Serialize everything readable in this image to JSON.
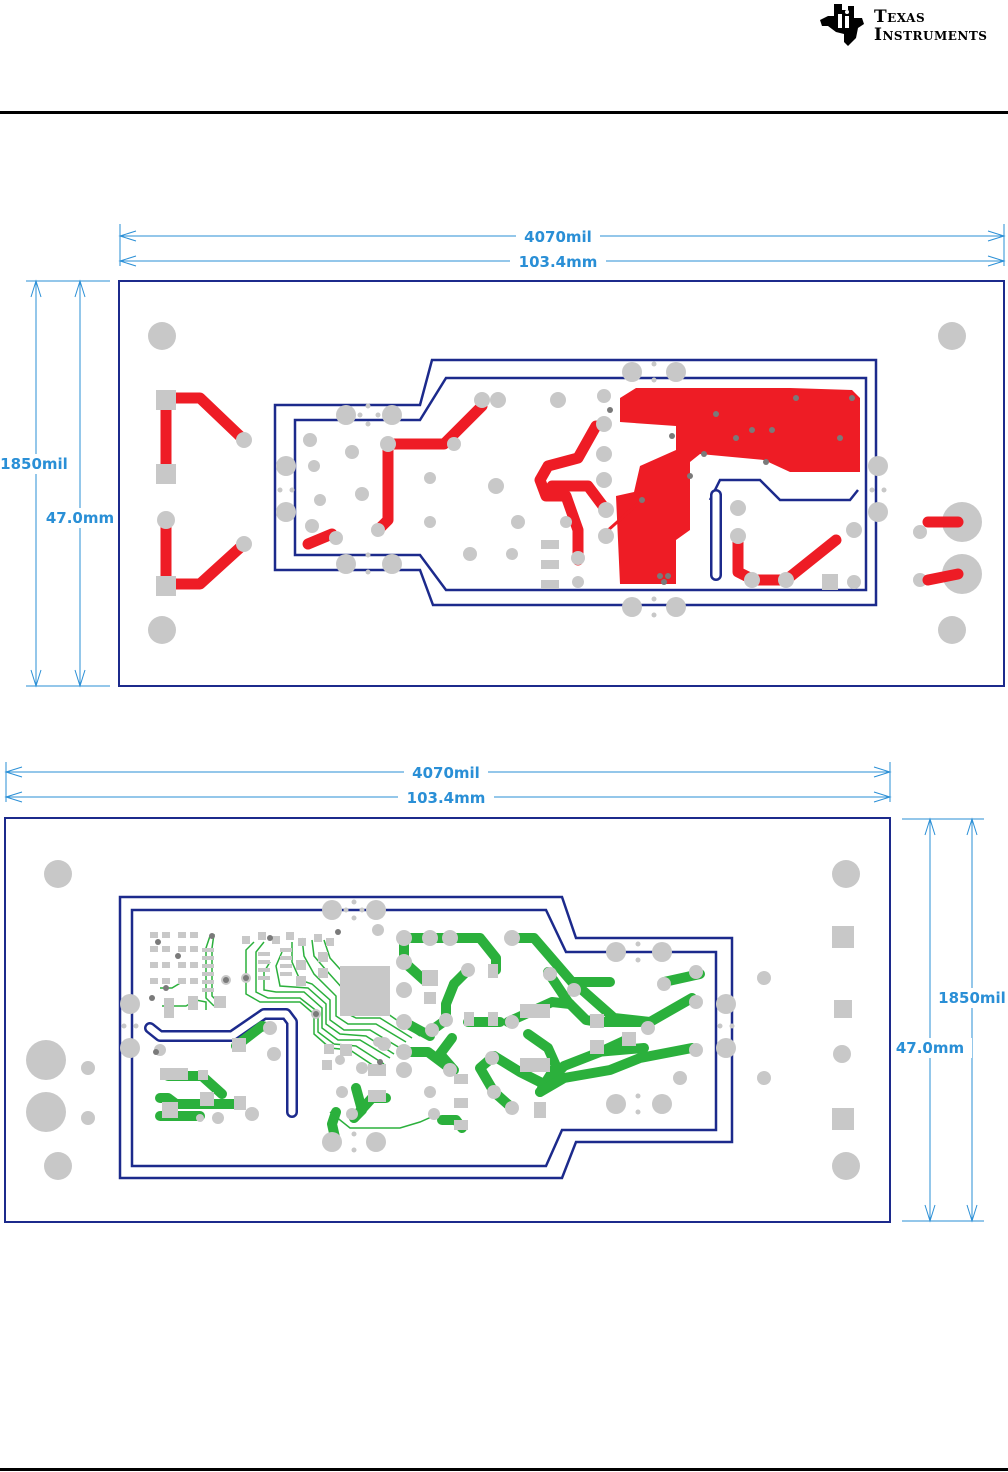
{
  "header": {
    "logo_line1": "Texas",
    "logo_line2": "Instruments",
    "brand_color": "#000000"
  },
  "figures": [
    {
      "id": "top-layer",
      "width_mil": "4070mil",
      "width_mm": "103.4mm",
      "height_mil": "1850mil",
      "height_mm": "47.0mm",
      "copper_color": "#ee1c25"
    },
    {
      "id": "bottom-layer",
      "width_mil": "4070mil",
      "width_mm": "103.4mm",
      "height_mil": "1850mil",
      "height_mm": "47.0mm",
      "copper_color": "#2bb03c"
    }
  ],
  "colors": {
    "outline": "#1c2a8c",
    "dimension": "#2a8fd6",
    "pad": "#c8c8c8",
    "via": "#7a7a7a"
  }
}
